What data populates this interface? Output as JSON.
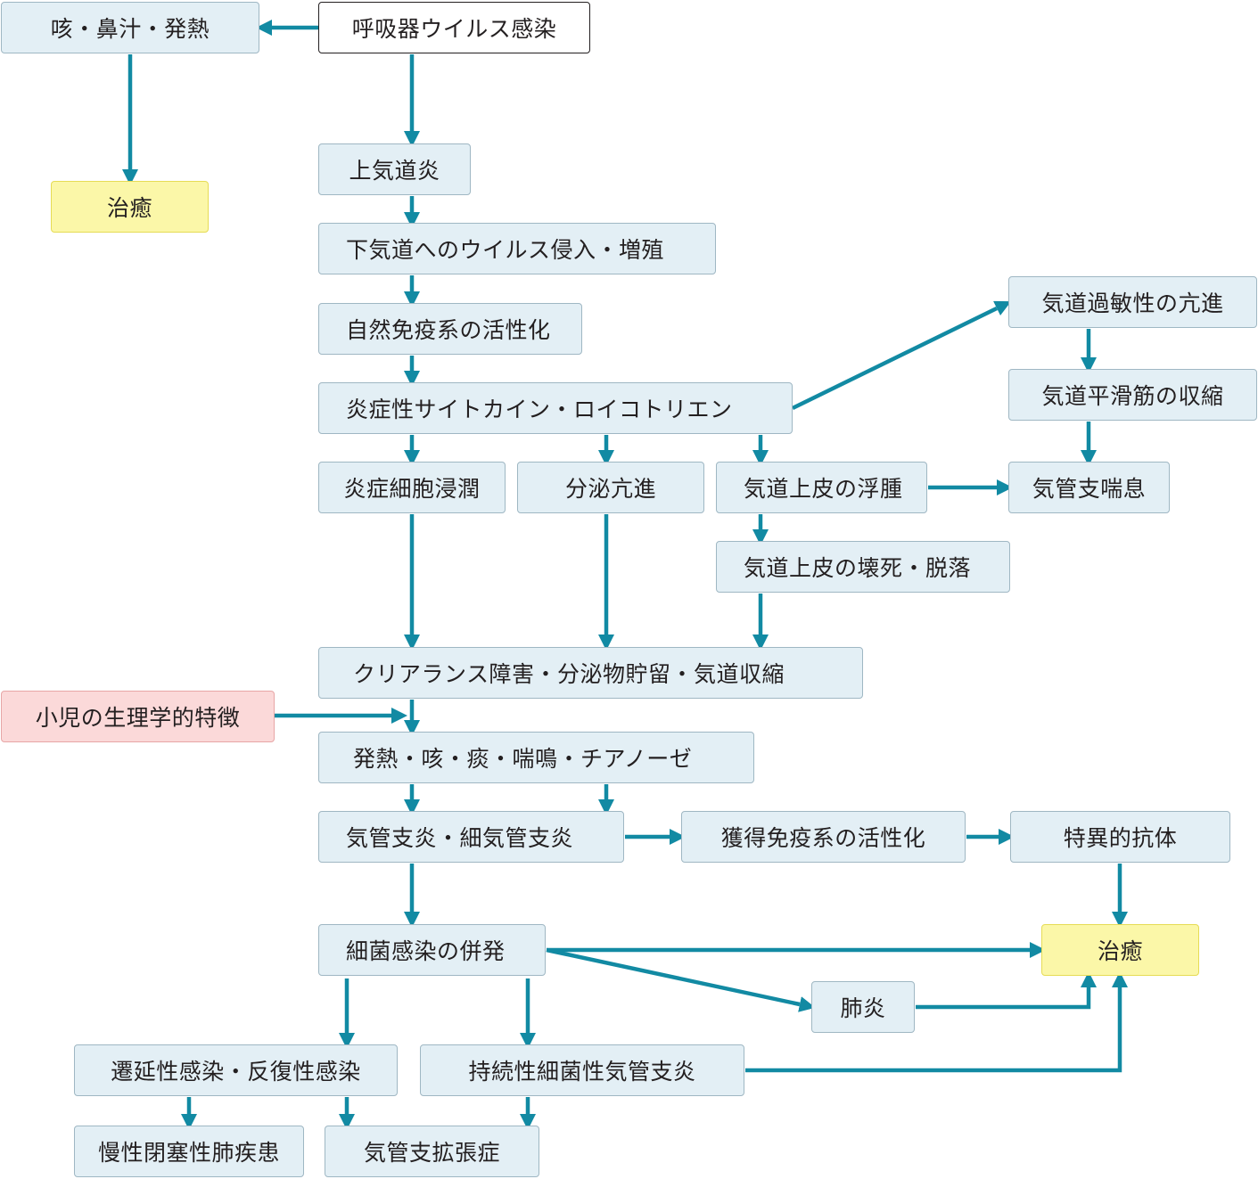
{
  "colors": {
    "arrow": "#128aa3",
    "box_fill": "#e3eff5",
    "box_border": "#9fb7c3",
    "heal_fill": "#fbf7a8",
    "child_fill": "#fbd9d9"
  },
  "nodes": {
    "start": "呼吸器ウイルス感染",
    "symptoms_mild": "咳・鼻汁・発熱",
    "cure_1": "治癒",
    "upper_airway": "上気道炎",
    "lower_invasion": "下気道へのウイルス侵入・増殖",
    "innate_immune": "自然免疫系の活性化",
    "cytokines": "炎症性サイトカイン・ロイコトリエン",
    "hyperresp": "気道過敏性の亢進",
    "smooth_muscle": "気道平滑筋の収縮",
    "wheeze_bronchial": "気管支喘息",
    "cell_infiltration": "炎症細胞浸潤",
    "secretion": "分泌亢進",
    "edema": "気道上皮の浮腫",
    "necrosis": "気道上皮の壊死・脱落",
    "clearance": "クリアランス障害・分泌物貯留・気道収縮",
    "child_traits": "小児の生理学的特徴",
    "symptoms_severe": "発熱・咳・痰・喘鳴・チアノーゼ",
    "bronchitis": "気管支炎・細気管支炎",
    "adaptive_immune": "獲得免疫系の活性化",
    "antibody": "特異的抗体",
    "bacterial": "細菌感染の併発",
    "cure_2": "治癒",
    "pneumonia": "肺炎",
    "prolonged": "遷延性感染・反復性感染",
    "persistent_bronchitis": "持続性細菌性気管支炎",
    "copd": "慢性閉塞性肺疾患",
    "bronchiectasis": "気管支拡張症"
  }
}
